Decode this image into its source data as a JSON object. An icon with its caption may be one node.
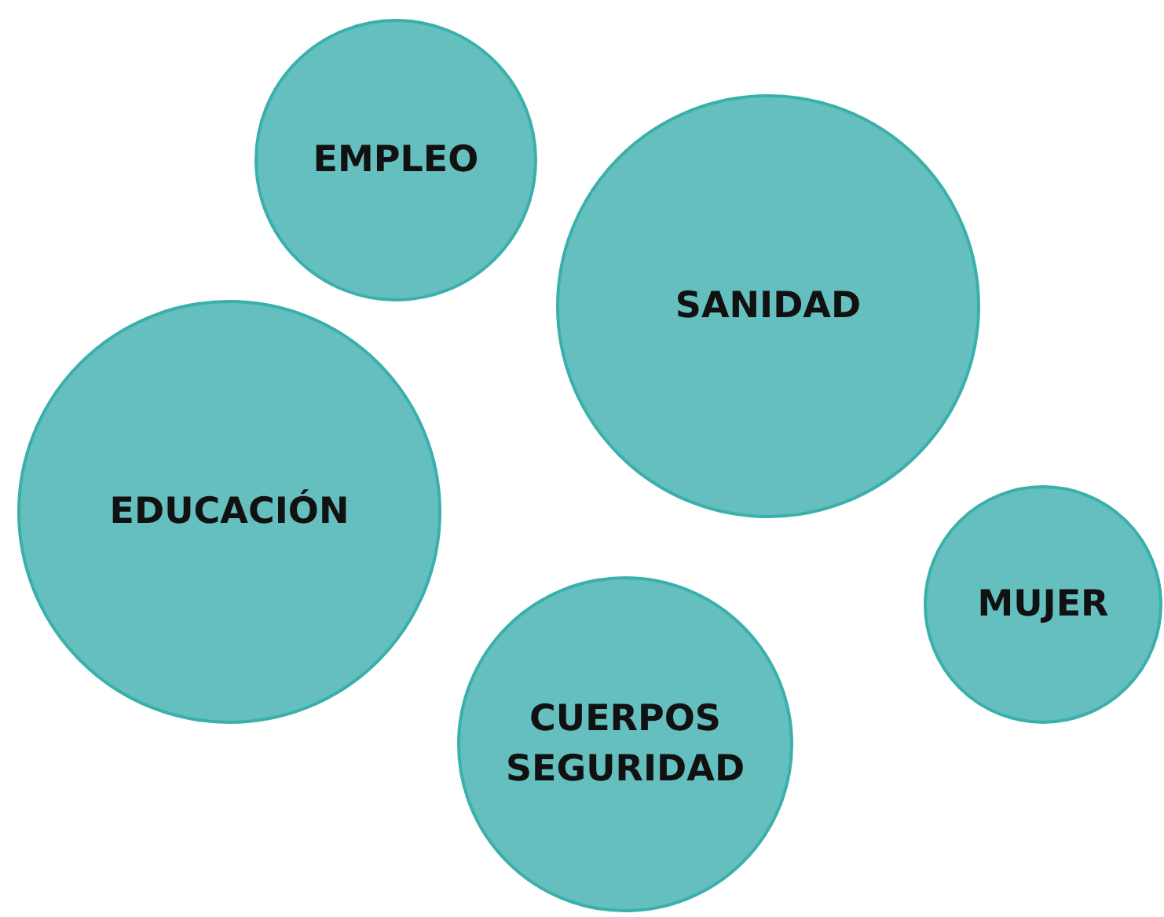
{
  "diagram": {
    "nodes": [
      {
        "text": [
          "EMPLEO"
        ]
      },
      {
        "text": [
          "SANIDAD"
        ]
      },
      {
        "text": [
          "EDUCACIÓN"
        ]
      },
      {
        "text": [
          "MUJER"
        ]
      },
      {
        "text": [
          "CUERPOS SEGURIDAD"
        ]
      }
    ]
  }
}
